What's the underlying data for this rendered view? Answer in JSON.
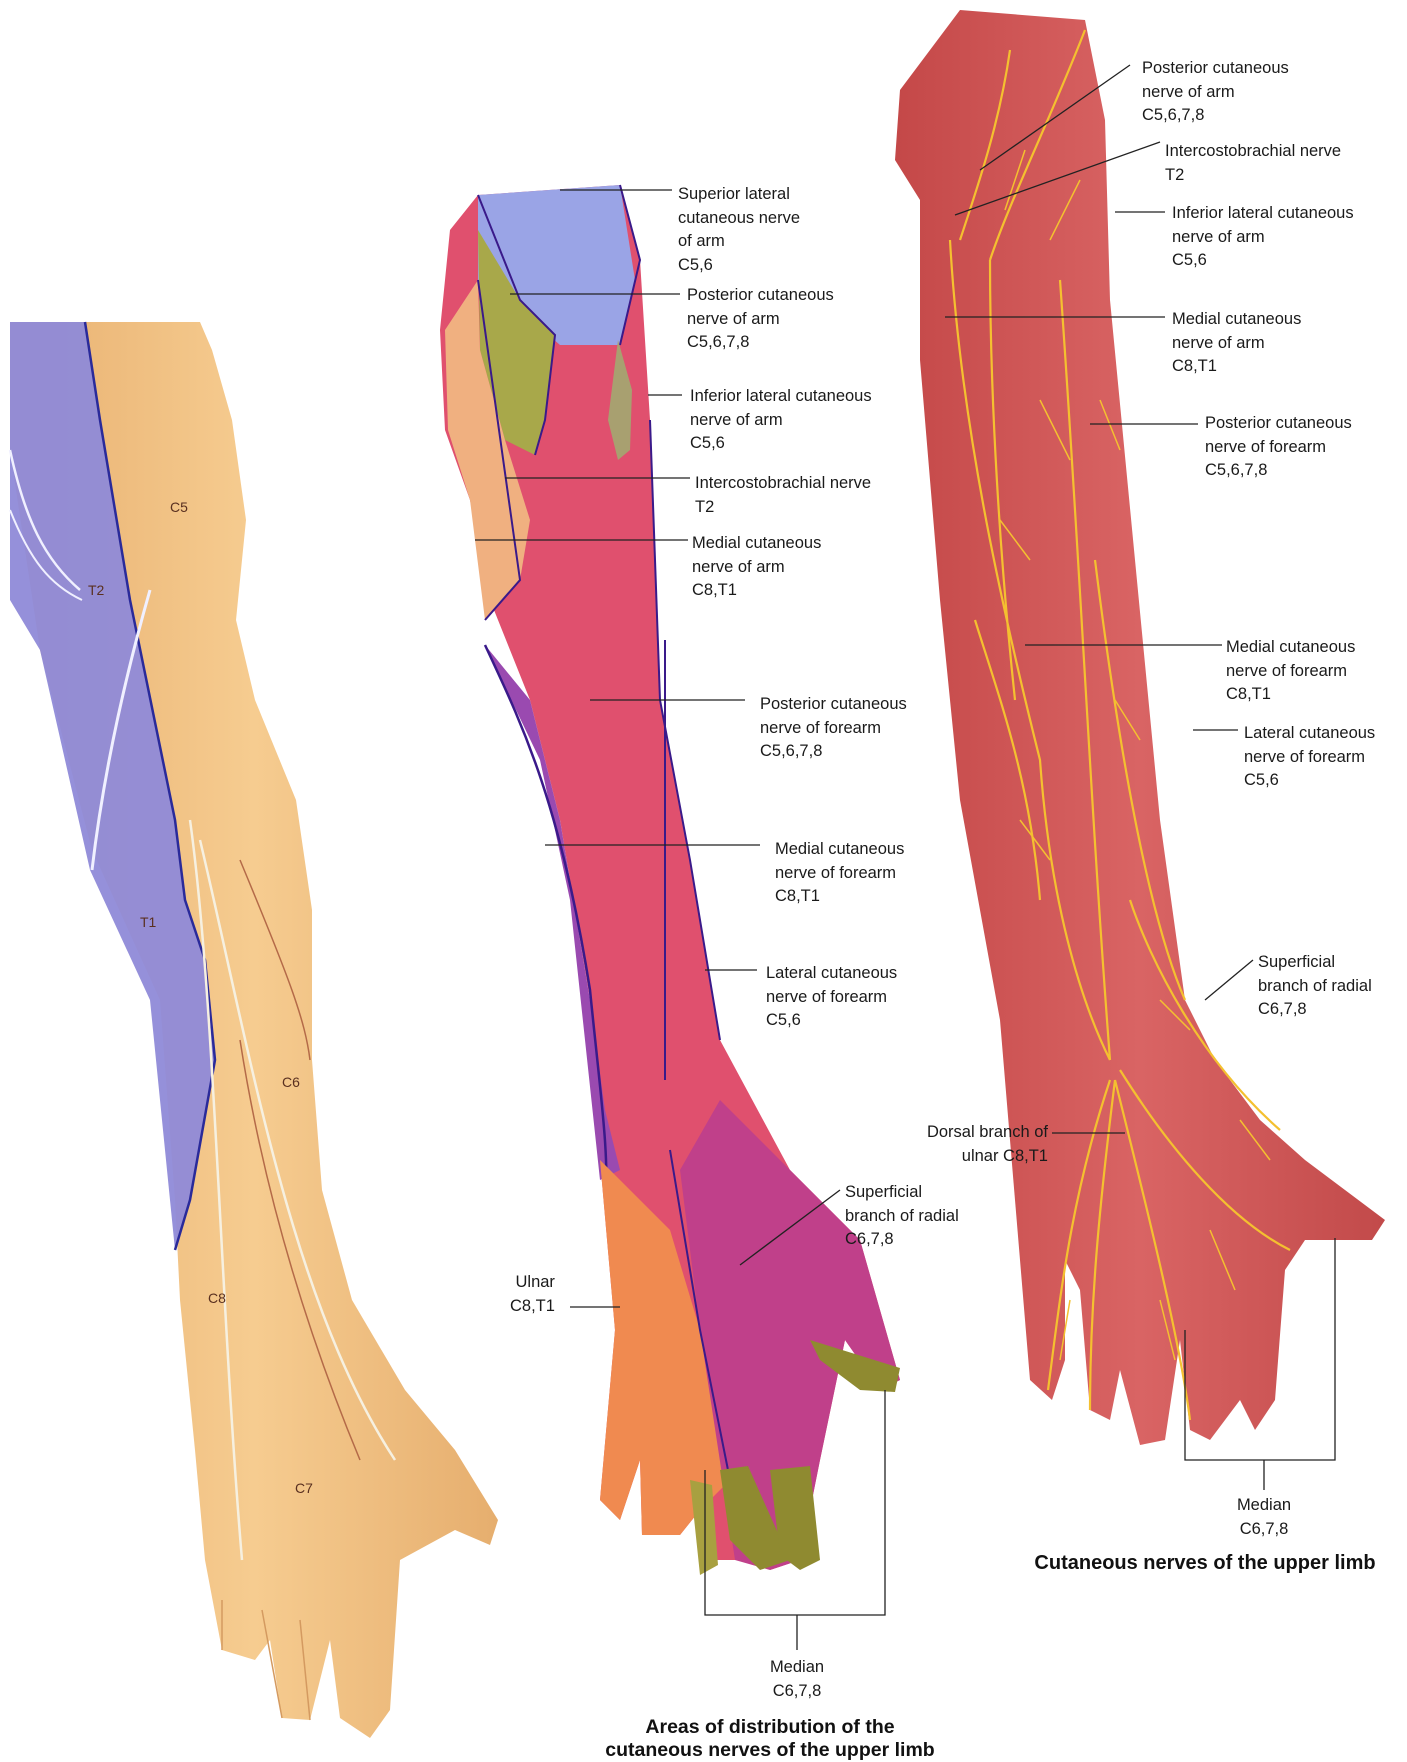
{
  "dermatomes": {
    "c5": "C5",
    "t2": "T2",
    "t1": "T1",
    "c6": "C6",
    "c8": "C8",
    "c7": "C7"
  },
  "middle": {
    "superior_lateral": [
      "Superior lateral",
      "cutaneous nerve",
      "of arm",
      "C5,6"
    ],
    "posterior_arm": [
      "Posterior cutaneous",
      "nerve of arm",
      "C5,6,7,8"
    ],
    "inferior_lateral": [
      "Inferior lateral cutaneous",
      "nerve of arm",
      "C5,6"
    ],
    "intercostobrachial": [
      "Intercostobrachial nerve",
      "T2"
    ],
    "medial_arm": [
      "Medial cutaneous",
      "nerve of arm",
      "C8,T1"
    ],
    "posterior_forearm": [
      "Posterior cutaneous",
      "nerve of forearm",
      "C5,6,7,8"
    ],
    "medial_forearm": [
      "Medial cutaneous",
      "nerve of forearm",
      "C8,T1"
    ],
    "lateral_forearm": [
      "Lateral cutaneous",
      "nerve of forearm",
      "C5,6"
    ],
    "superficial_radial": [
      "Superficial",
      "branch of radial",
      "C6,7,8"
    ],
    "ulnar": [
      "Ulnar",
      "C8,T1"
    ],
    "median": [
      "Median",
      "C6,7,8"
    ],
    "caption": [
      "Areas of distribution of the",
      "cutaneous nerves of the upper limb"
    ]
  },
  "right": {
    "posterior_arm": [
      "Posterior cutaneous",
      "nerve of arm",
      "C5,6,7,8"
    ],
    "intercostobrachial": [
      "Intercostobrachial nerve",
      "T2"
    ],
    "inferior_lateral": [
      "Inferior lateral cutaneous",
      "nerve of arm",
      "C5,6"
    ],
    "medial_arm": [
      "Medial cutaneous",
      "nerve of arm",
      "C8,T1"
    ],
    "posterior_forearm": [
      "Posterior cutaneous",
      "nerve of forearm",
      "C5,6,7,8"
    ],
    "medial_forearm": [
      "Medial cutaneous",
      "nerve of forearm",
      "C8,T1"
    ],
    "lateral_forearm": [
      "Lateral cutaneous",
      "nerve of forearm",
      "C5,6"
    ],
    "superficial_radial": [
      "Superficial",
      "branch of radial",
      "C6,7,8"
    ],
    "dorsal_ulnar": [
      "Dorsal branch of",
      "ulnar C8,T1"
    ],
    "median": [
      "Median",
      "C6,7,8"
    ],
    "caption": "Cutaneous nerves of the upper limb"
  },
  "colors": {
    "skin": "#f0c084",
    "dermatome_blue": "#8f8ad8",
    "red_area": "#e0506e",
    "purple_area": "#9a4ab0",
    "olive_area": "#8f8a30",
    "blue_area": "#9aa4e6",
    "orange_area": "#f08a50",
    "arm_red": "#d25c5c",
    "nerve": "#f4c030"
  }
}
